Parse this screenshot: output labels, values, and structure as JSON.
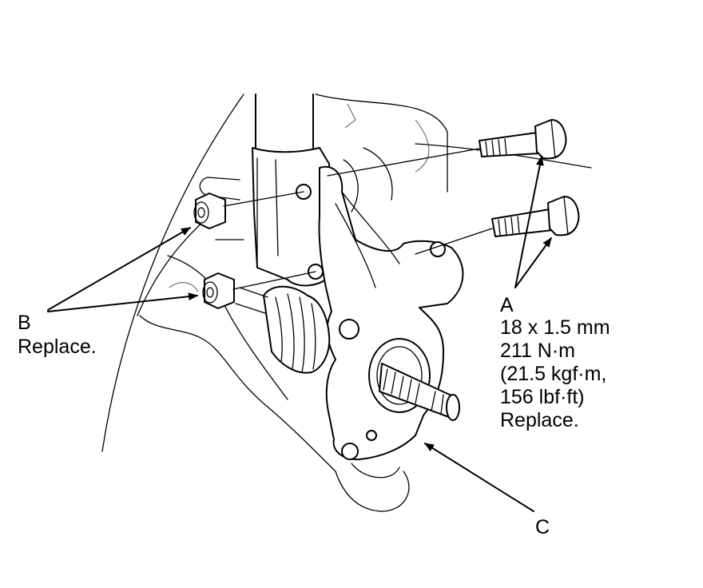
{
  "callouts": {
    "a": {
      "letter": "A",
      "size": "18 x 1.5 mm",
      "torque_nm": "211 N·m",
      "torque_kgf": "(21.5 kgf·m,",
      "torque_lbf": "156 lbf·ft)",
      "note": "Replace."
    },
    "b": {
      "letter": "B",
      "note": "Replace."
    },
    "c": {
      "letter": "C"
    }
  }
}
